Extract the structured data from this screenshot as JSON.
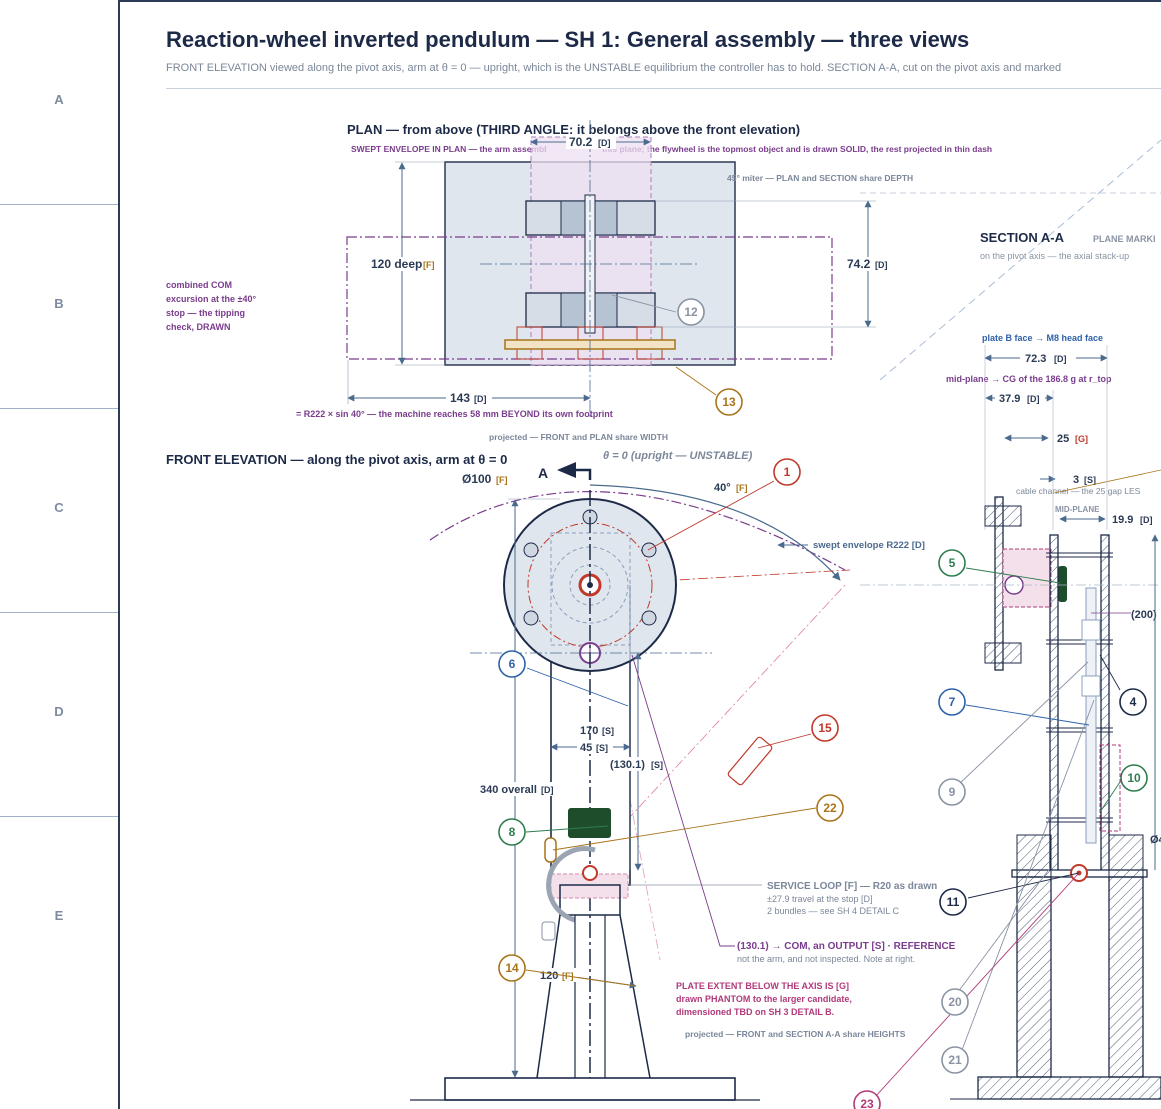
{
  "sheet": {
    "title": "Reaction-wheel inverted pendulum — SH 1: General assembly — three views",
    "subtitle": "FRONT ELEVATION viewed along the pivot axis, arm at θ = 0 — upright, which is the UNSTABLE equilibrium the controller has to hold. SECTION A-A, cut on the pivot axis and marked",
    "zones": [
      "A",
      "B",
      "C",
      "D",
      "E"
    ]
  },
  "plan": {
    "title": "PLAN — from above (THIRD ANGLE: it belongs above the front elevation)",
    "envelope_note_a": "SWEPT ENVELOPE IN PLAN — the arm assembl",
    "envelope_note_b": "this plane; the flywheel is the topmost object and is drawn SOLID, the rest projected in thin dash",
    "dim_width_val": "70.2",
    "dim_width_tag": "[D]",
    "miter_note": "45° miter — PLAN and SECTION share DEPTH",
    "depth_label": "120 deep",
    "depth_tag": "[F]",
    "dim_742_val": "74.2",
    "dim_742_tag": "[D]",
    "com_note": [
      "combined COM",
      "excursion at the ±40°",
      "stop — the tipping",
      "check, DRAWN"
    ],
    "dim_143_val": "143",
    "dim_143_tag": "[D]",
    "reach_note": "= R222 × sin 40° — the machine reaches 58 mm BEYOND its own footprint",
    "projected_width": "projected — FRONT and PLAN share WIDTH"
  },
  "front": {
    "title": "FRONT ELEVATION — along the pivot axis, arm at θ = 0",
    "theta_note": "θ = 0 (upright — UNSTABLE)",
    "dia_label": "Ø100",
    "dia_tag": "[F]",
    "section_letter": "A",
    "angle_label": "40°",
    "angle_tag": "[F]",
    "envelope_label": "swept envelope R222 [D]",
    "dim_170": "170",
    "dim_170_tag": "[S]",
    "dim_45": "45",
    "dim_45_tag": "[S]",
    "dim_1301": "(130.1)",
    "dim_1301_tag": "[S]",
    "overall": "340 overall",
    "overall_tag": "[D]",
    "base_dim": "120",
    "base_tag": "[F]",
    "service_loop": "SERVICE LOOP [F] — R20 as drawn",
    "service_1": "±27.9 travel at the stop [D]",
    "service_2": "2 bundles — see SH 4 DETAIL C",
    "com_output": "(130.1) → COM, an OUTPUT [S] · REFERENCE",
    "com_output_2": "not the arm, and not inspected. Note at right.",
    "plate_1": "PLATE EXTENT BELOW THE AXIS IS [G]",
    "plate_2": "drawn PHANTOM to the larger candidate,",
    "plate_3": "dimensioned TBD on SH 3 DETAIL B.",
    "projected_heights": "projected — FRONT and SECTION A-A share HEIGHTS"
  },
  "section": {
    "title": "SECTION A-A",
    "plane_mark": "PLANE MARKI",
    "subtitle": "on the pivot axis — the axial stack-up",
    "plate_note": "plate B face → M8 head face",
    "dim_723": "72.3",
    "dim_723_tag": "[D]",
    "midplane_note": "mid-plane → CG of the 186.8 g at r_top",
    "dim_379": "37.9",
    "dim_379_tag": "[D]",
    "dim_25": "25",
    "dim_25_tag": "[G]",
    "dim_3": "3",
    "dim_3_tag": "[S]",
    "cable_note": "cable channel — the 25 gap LES",
    "midplane_label": "MID-PLANE",
    "dim_199": "19.9",
    "dim_199_tag": "[D]",
    "dim_200": "(200)",
    "dim_dia_partial": "Ø4"
  },
  "balloons": [
    "1",
    "4",
    "5",
    "6",
    "7",
    "8",
    "9",
    "10",
    "11",
    "12",
    "13",
    "14",
    "15",
    "20",
    "21",
    "22",
    "23"
  ],
  "colors": {
    "ink": "#1d2a47",
    "dim": "#4a6a8e",
    "purple": "#7a3c8c",
    "red": "#c0392b",
    "green": "#2e7d4f",
    "blue": "#2e62a8",
    "gold": "#a8741a",
    "grey": "#8a93a3",
    "magenta": "#b03a7a"
  }
}
